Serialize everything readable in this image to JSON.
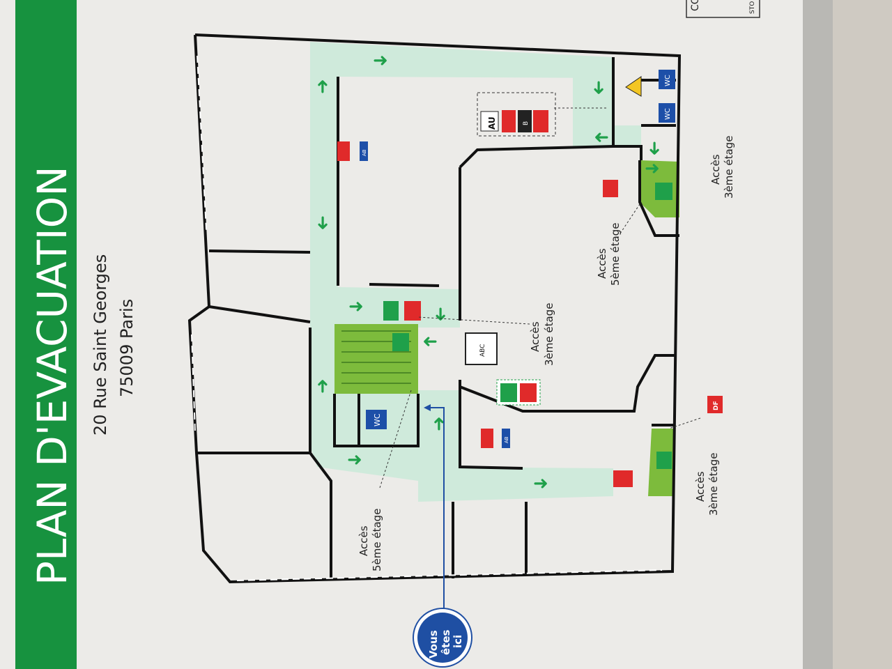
{
  "title": "PLAN D'EVACUATION",
  "address": {
    "street": "20 Rue Saint Georges",
    "city": "75009 Paris"
  },
  "legend_fragment": {
    "line1": "CO",
    "line2": "STO"
  },
  "labels": {
    "acces_5_left": {
      "line1": "Accès",
      "line2": "5ème étage"
    },
    "acces_5_right": {
      "line1": "Accès",
      "line2": "5ème étage"
    },
    "acces_3_center": {
      "line1": "Accès",
      "line2": "3ème étage"
    },
    "acces_3_top": {
      "line1": "Accès",
      "line2": "3ème étage"
    },
    "acces_3_bottom": {
      "line1": "Accès",
      "line2": "3ème étage"
    }
  },
  "symbols": {
    "wc": "WC",
    "ab": "AB",
    "b": "B",
    "au": "AU",
    "abc": "ABC",
    "df": "DF"
  },
  "you_are_here": {
    "line1": "Vous",
    "line2": "êtes",
    "line3": "ici"
  },
  "colors": {
    "brand_green": "#17923f",
    "corridor": "#cfeadb",
    "stairs": "#7dbb3c",
    "arrow": "#1fa04a",
    "fire_red": "#e02a2a",
    "info_blue": "#1d4fa8",
    "you_are_here": "#1f4fa3"
  }
}
